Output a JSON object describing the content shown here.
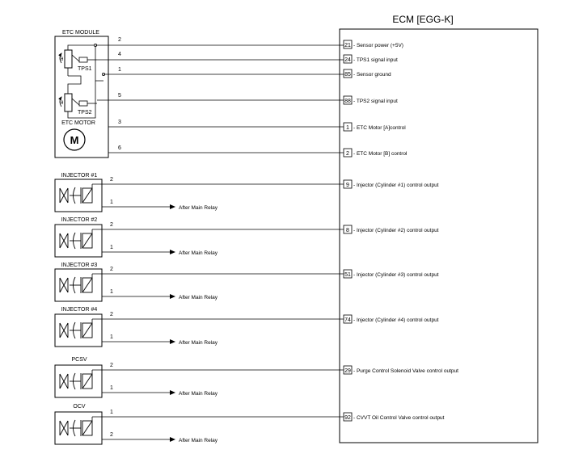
{
  "ecm": {
    "title": "ECM [EGG-K]"
  },
  "etc_module": {
    "label": "ETC MODULE",
    "tps1": "TPS1",
    "tps2": "TPS2",
    "sensor_symbol": "θ",
    "wires": [
      {
        "pin": "2",
        "ecm_pin": "21",
        "desc": "- Sensor power (+5V)"
      },
      {
        "pin": "4",
        "ecm_pin": "24",
        "desc": "- TPS1 signal input"
      },
      {
        "pin": "1",
        "ecm_pin": "85",
        "desc": "- Sensor ground"
      },
      {
        "pin": "5",
        "ecm_pin": "88",
        "desc": "- TPS2 signal input"
      }
    ]
  },
  "etc_motor": {
    "label": "ETC MOTOR",
    "symbol": "M",
    "wires": [
      {
        "pin": "3",
        "ecm_pin": "1",
        "desc": "- ETC Motor [A]control"
      },
      {
        "pin": "6",
        "ecm_pin": "2",
        "desc": "- ETC Motor [B] control"
      }
    ]
  },
  "valves": [
    {
      "label": "INJECTOR #1",
      "sig_pin": "2",
      "pwr_pin": "1",
      "ecm_pin": "9",
      "desc": "- Injector (Cylinder #1) control output",
      "relay": "After Main Relay"
    },
    {
      "label": "INJECTOR #2",
      "sig_pin": "2",
      "pwr_pin": "1",
      "ecm_pin": "8",
      "desc": "- Injector (Cylinder #2) control output",
      "relay": "After Main Relay"
    },
    {
      "label": "INJECTOR #3",
      "sig_pin": "2",
      "pwr_pin": "1",
      "ecm_pin": "51",
      "desc": "- Injector (Cylinder #3) control output",
      "relay": "After Main Relay"
    },
    {
      "label": "INJECTOR #4",
      "sig_pin": "2",
      "pwr_pin": "1",
      "ecm_pin": "74",
      "desc": "- Injector (Cylinder #4) control output",
      "relay": "After Main Relay"
    },
    {
      "label": "PCSV",
      "sig_pin": "2",
      "pwr_pin": "1",
      "ecm_pin": "29",
      "desc": "- Purge Control Solenoid Valve control output",
      "relay": "After Main Relay"
    },
    {
      "label": "OCV",
      "sig_pin": "1",
      "pwr_pin": "2",
      "ecm_pin": "92",
      "desc": "- CVVT Oil Control Valve control output",
      "relay": "After Main Relay"
    }
  ]
}
